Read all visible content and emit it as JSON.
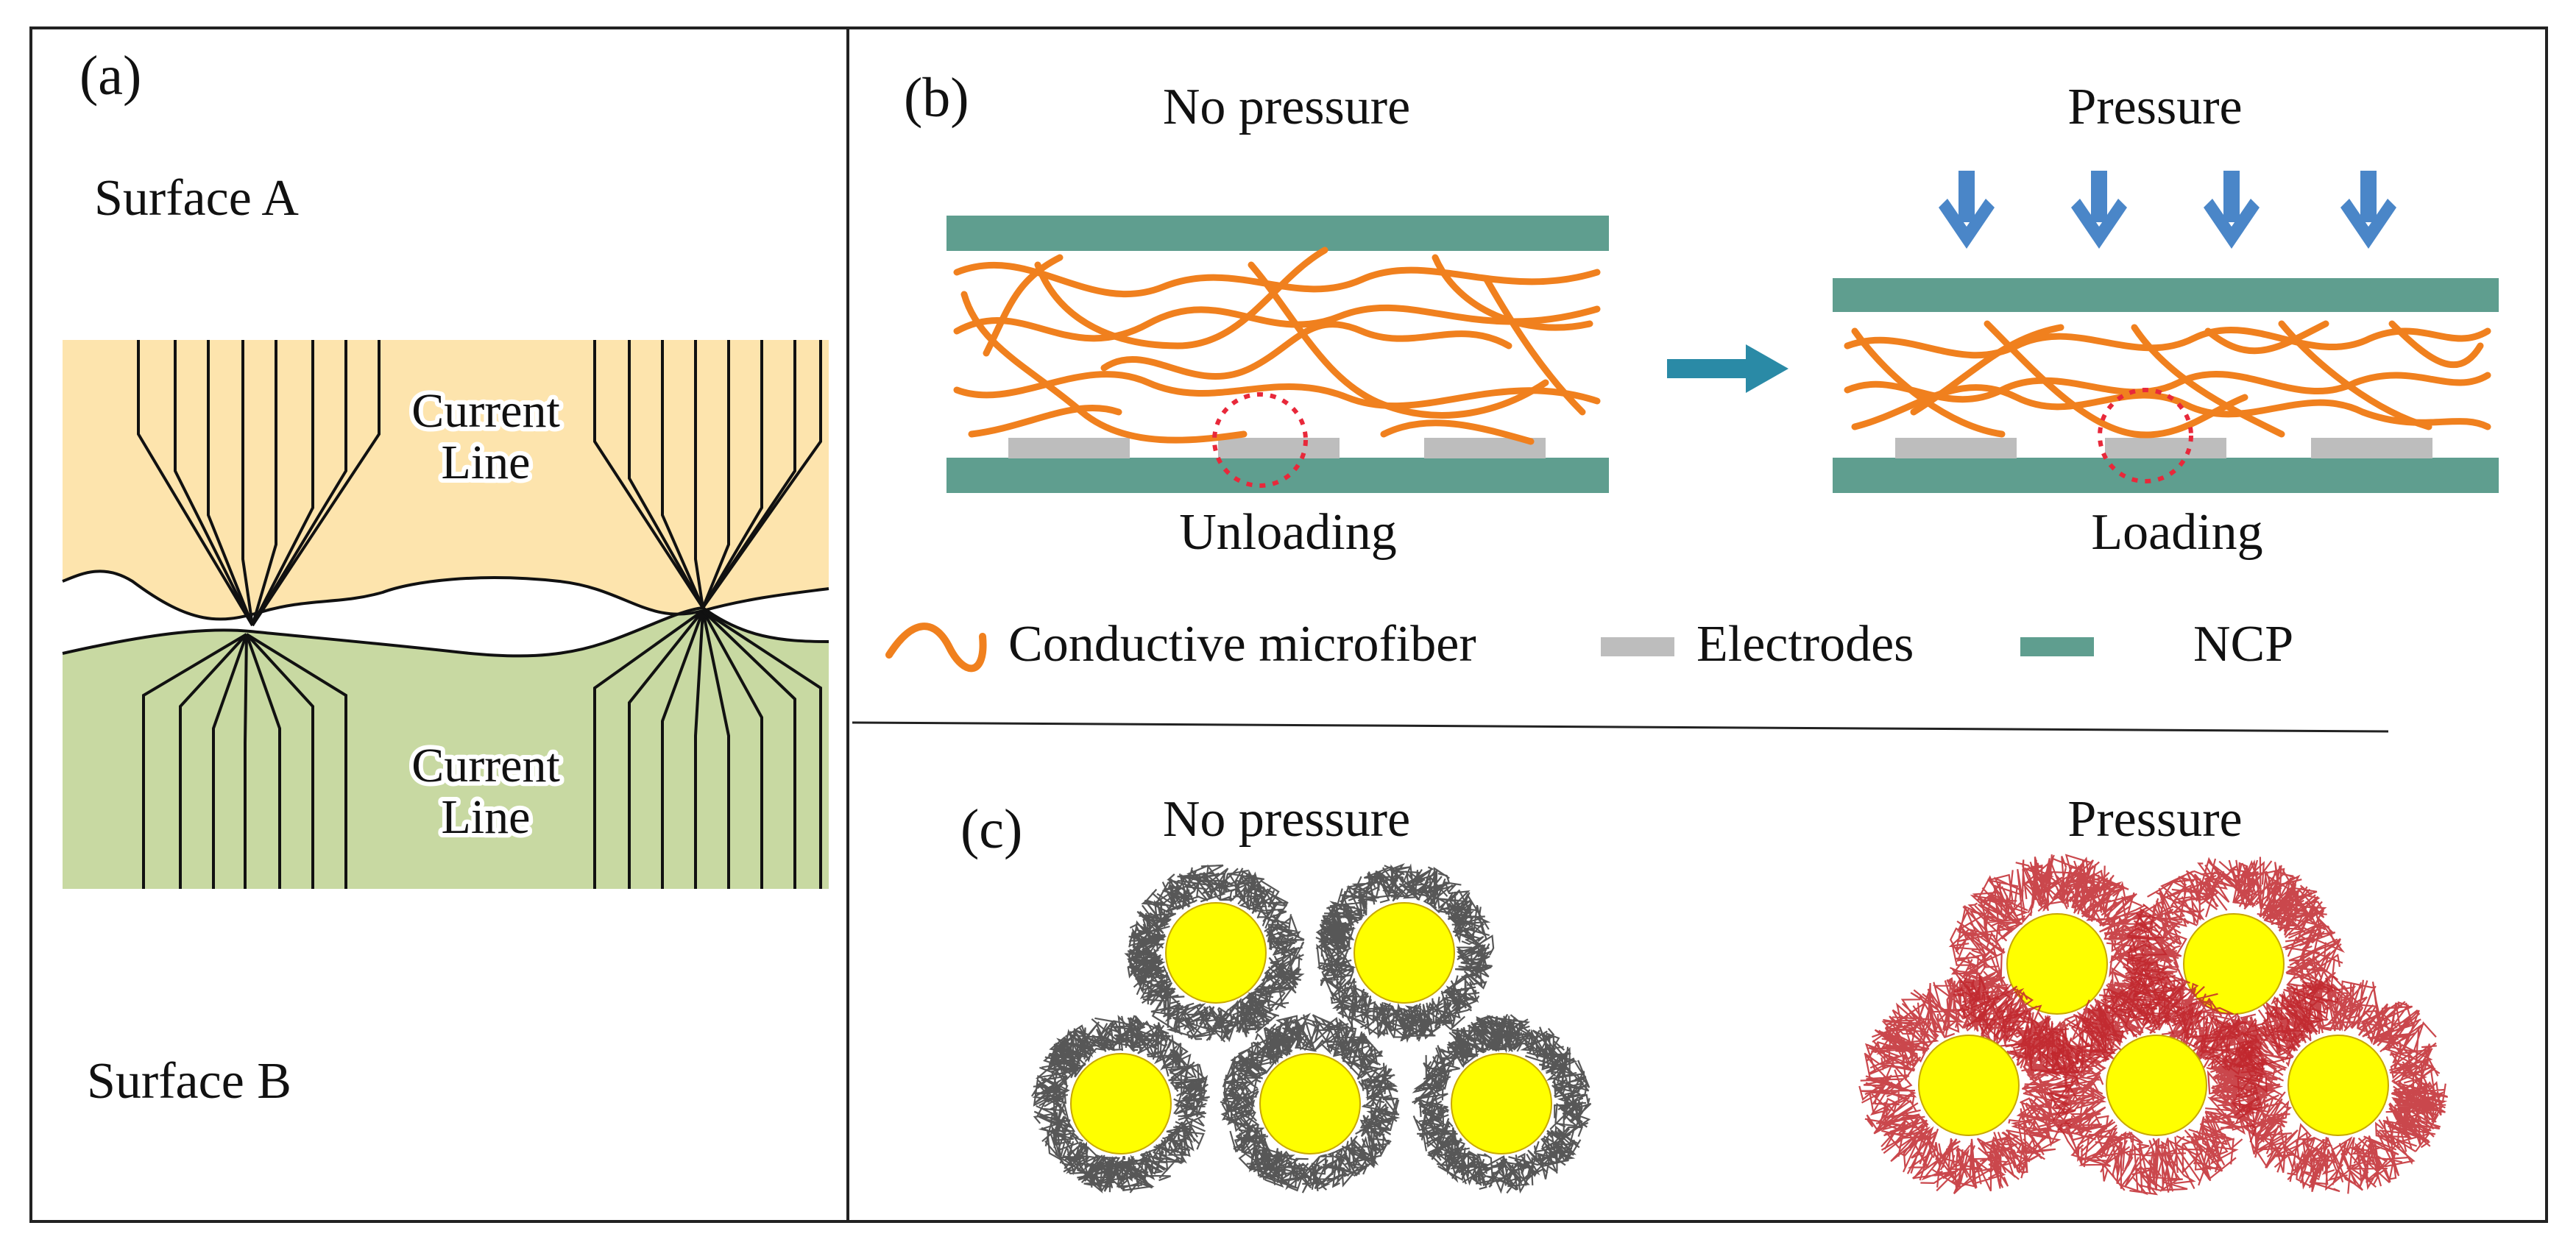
{
  "panel_a": {
    "label": "(a)",
    "surface_a": "Surface A",
    "surface_b": "Surface B",
    "current_line_top": [
      "Current",
      "Line"
    ],
    "current_line_bottom": [
      "Current",
      "Line"
    ]
  },
  "panel_b": {
    "label": "(b)",
    "left_title": "No pressure",
    "right_title": "Pressure",
    "left_caption": "Unloading",
    "right_caption": "Loading",
    "legend": {
      "fiber": "Conductive microfiber",
      "electrodes": "Electrodes",
      "ncp": "NCP"
    }
  },
  "panel_c": {
    "label": "(c)",
    "left_title": "No pressure",
    "right_title": "Pressure"
  },
  "colors": {
    "border": "#222222",
    "surface_a_fill": "#fde4ad",
    "surface_b_fill": "#c8d9a2",
    "ncp_plate": "#5f9e8f",
    "electrode": "#bdbdbd",
    "fiber": "#f0801e",
    "pressure_arrow": "#4a86c8",
    "process_arrow": "#2a8aa6",
    "contact_circle": "#e8283a",
    "particle_core": "#ffff00",
    "shell_unloaded": "#3a3a3a",
    "shell_loaded": "#c1272d"
  },
  "icons": [
    "down-arrow-icon",
    "right-arrow-icon",
    "fiber-legend-icon",
    "electrode-legend-icon",
    "ncp-legend-icon"
  ]
}
